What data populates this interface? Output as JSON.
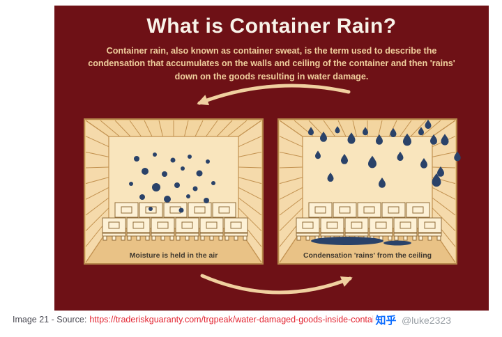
{
  "infographic": {
    "title": "What is Container Rain?",
    "subtitle": "Container rain, also known as container sweat, is the term used to describe the condensation that accumulates on the walls and ceiling of the container and then 'rains' down on the goods resulting in water damage.",
    "figures": [
      {
        "caption": "Moisture is held in the air"
      },
      {
        "caption": "Condensation 'rains' from the ceiling"
      }
    ],
    "colors": {
      "background": "#6e1116",
      "title_text": "#f8f3e9",
      "subtitle_text": "#f0cf9d",
      "arrow": "#f0d0a0",
      "droplet": "#2a4269",
      "wood_frame": "#eac584",
      "wood_edge": "#b5854a",
      "wood_ceiling": "#f3d5a0",
      "wood_side": "#f5daab",
      "wood_wall": "#f9e5bd",
      "wood_floor": "#e9c286",
      "wood_line": "#c2914f",
      "crate": "#fdf1d6",
      "crate_line": "#8f6a38",
      "caption_text": "#413a30"
    }
  },
  "footer": {
    "caption_prefix": "Image 21 - Source:",
    "source_url": "https://traderiskguaranty.com/trgpeak/water-damaged-goods-inside-container",
    "link_color": "#e32330"
  },
  "watermark": {
    "logo": "知乎",
    "handle": "@luke2323",
    "logo_color": "#0a6cff"
  }
}
